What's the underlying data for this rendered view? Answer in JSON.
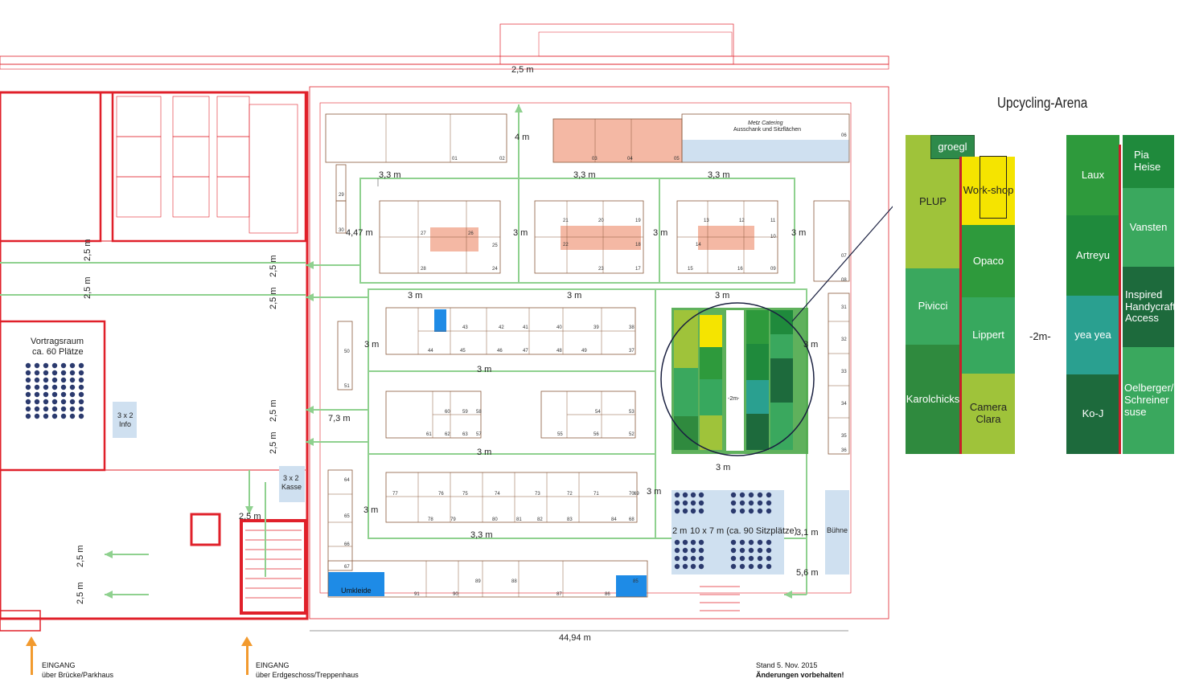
{
  "arena": {
    "title": "Upcycling-Arena",
    "gap_label": "-2m-",
    "left_block": [
      "groegl",
      "PLUP",
      "Work-shop",
      "Opaco",
      "Pivicci",
      "Lippert",
      "Karolchicks",
      "Camera Clara"
    ],
    "right_block": [
      "Laux",
      "Pia Heise",
      "Vansten",
      "Artreyu",
      "Inspired Handycraft Access",
      "yea yea",
      "Oelberger/ Schreiner suse",
      "Ko-J"
    ]
  },
  "rooms": {
    "vortrag": "Vortragsraum",
    "vortrag_cap": "ca. 60 Plätze",
    "info_size": "3 x 2",
    "info": "Info",
    "kasse_size": "3 x 2",
    "kasse": "Kasse",
    "umkleide": "Umkleide",
    "buehne": "Bühne",
    "sitz": "10 x 7 m  (ca. 90 Sitzplätze)",
    "catering": "Metz Catering",
    "catering_sub": "Ausschank und Sitzflächen"
  },
  "dims": {
    "d25_top": "2,5 m",
    "d4": "4 m",
    "d33a": "3,3 m",
    "d33b": "3,3 m",
    "d33c": "3,3 m",
    "d447": "4,47 m",
    "d3a": "3 m",
    "d3b": "3 m",
    "d3c": "3 m",
    "d3d": "3 m",
    "d3e": "3 m",
    "d3f": "3 m",
    "d3g": "3 m",
    "d3h": "3 m",
    "d3i": "3 m",
    "d3j": "3 m",
    "d3k": "3 m",
    "d3l": "3 m",
    "d3m": "3 m",
    "d73": "7,3 m",
    "d33d": "3,3 m",
    "d2": "2 m",
    "d31": "3,1 m",
    "d56": "5,6 m",
    "d25a": "2,5 m",
    "d25b": "2,5 m",
    "d25c": "2,5 m",
    "d25d": "2,5 m",
    "d25e": "2,5 m",
    "d25f": "2,5 m",
    "d25g": "2,5 m",
    "d25h": "2,5 m",
    "d25i": "2,5 m",
    "d4494": "44,94 m",
    "d2m_small": "-2m-"
  },
  "booths": {
    "row1": [
      "01",
      "02",
      "03",
      "04",
      "05",
      "06"
    ],
    "b29": "29",
    "b30": "30",
    "g1": [
      "27",
      "26",
      "25",
      "28",
      "24"
    ],
    "g2": [
      "21",
      "20",
      "19",
      "22",
      "18",
      "23",
      "17"
    ],
    "g3": [
      "13",
      "12",
      "11",
      "14",
      "10",
      "15",
      "16",
      "09"
    ],
    "right": [
      "07",
      "08"
    ],
    "g4": [
      "44",
      "43",
      "42",
      "41",
      "40",
      "39",
      "38",
      "45",
      "46",
      "47",
      "48",
      "49",
      "37"
    ],
    "b50": "50",
    "b51": "51",
    "g5": [
      "60",
      "59",
      "58",
      "61",
      "62",
      "63",
      "57"
    ],
    "g6": [
      "54",
      "53",
      "55",
      "56",
      "52"
    ],
    "g7": [
      "77",
      "76",
      "75",
      "74",
      "73",
      "72",
      "71",
      "70",
      "69",
      "78",
      "79",
      "80",
      "81",
      "82",
      "83",
      "84",
      "68"
    ],
    "left_col": [
      "64",
      "65",
      "66",
      "67"
    ],
    "bottom": [
      "91",
      "90",
      "89",
      "88",
      "87",
      "86",
      "85"
    ],
    "right_col": [
      "31",
      "32",
      "33",
      "34",
      "35",
      "36"
    ]
  },
  "entrances": {
    "e1_title": "EINGANG",
    "e1_sub": "über Brücke/Parkhaus",
    "e2_title": "EINGANG",
    "e2_sub": "über Erdgeschoss/Treppenhaus"
  },
  "stand": {
    "date": "Stand 5. Nov. 2015",
    "note": "Änderungen vorbehalten!"
  },
  "colors": {
    "wall": "#e0202a",
    "path": "#8fd18f",
    "booth": "#8a5a3c",
    "salmon": "#f4b8a4",
    "blue": "#1e8be6",
    "lightblue": "#cfe0f0",
    "seat": "#2b3a6e",
    "arrow": "#f29a2e"
  }
}
